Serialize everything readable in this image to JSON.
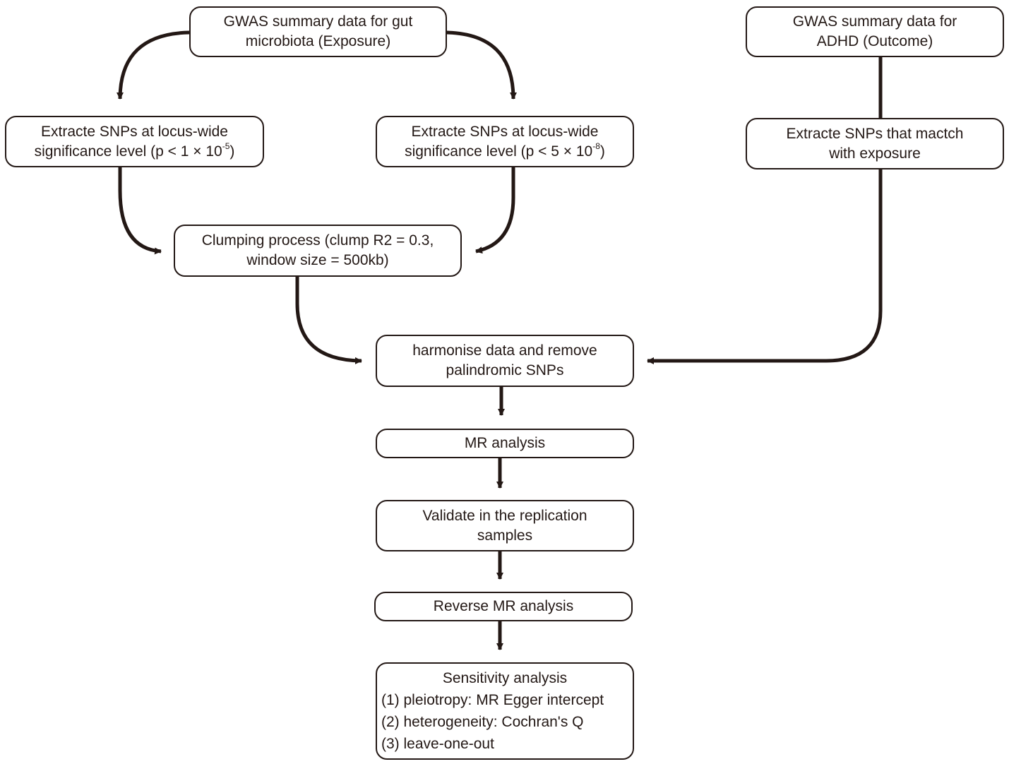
{
  "nodes": {
    "gwas_exposure": {
      "line1": "GWAS summary data for gut",
      "line2": "microbiota (Exposure)"
    },
    "gwas_outcome": {
      "line1": "GWAS summary data for",
      "line2": "ADHD (Outcome)"
    },
    "extract_locus": {
      "line1": "Extracte SNPs at locus-wide",
      "line2_prefix": "significance level (p < 1 × 10",
      "line2_sup": "-5",
      "line2_suffix": ")"
    },
    "extract_genome": {
      "line1": "Extracte SNPs at locus-wide",
      "line2_prefix": "significance level (p < 5 × 10",
      "line2_sup": "-8",
      "line2_suffix": ")"
    },
    "extract_outcome": {
      "line1": "Extracte SNPs that mactch",
      "line2": "with exposure"
    },
    "clumping": {
      "line1": "Clumping process (clump R2 = 0.3,",
      "line2": "window size = 500kb)"
    },
    "harmonise": {
      "line1": "harmonise data and remove",
      "line2": "palindromic SNPs"
    },
    "mr_analysis": {
      "line1": "MR analysis"
    },
    "validate": {
      "line1": "Validate in the replication",
      "line2": "samples"
    },
    "reverse_mr": {
      "line1": "Reverse MR analysis"
    },
    "sensitivity": {
      "title": "Sensitivity analysis",
      "items": [
        "(1) pleiotropy: MR Egger intercept",
        "(2) heterogeneity: Cochran's Q",
        "(3) leave-one-out"
      ]
    }
  },
  "colors": {
    "stroke": "#231815",
    "background": "#ffffff"
  }
}
